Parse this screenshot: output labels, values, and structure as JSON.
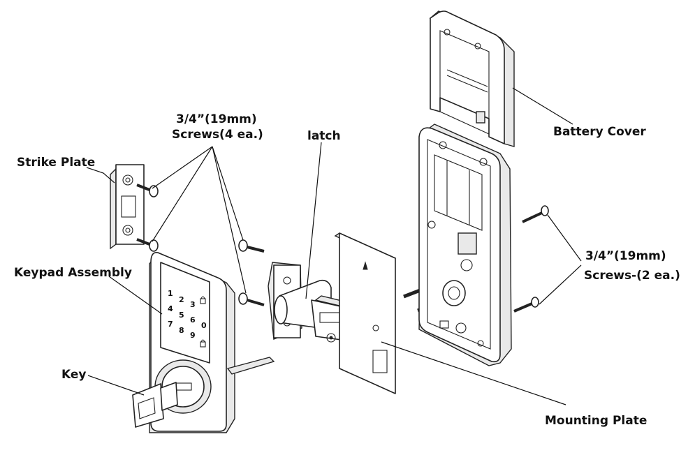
{
  "labels": {
    "strike_plate": "Strike Plate",
    "screws_4_line1": "3/4”(19mm)",
    "screws_4_line2": "Screws(4 ea.)",
    "latch": "latch",
    "battery_cover": "Battery Cover",
    "screws_2_line1": "3/4”(19mm)",
    "screws_2_line2": "Screws-(2 ea.)",
    "keypad_assembly": "Keypad Assembly",
    "key": "Key",
    "mounting_plate": "Mounting Plate"
  },
  "keypad": {
    "keys": [
      "1",
      "2",
      "3",
      "4",
      "5",
      "6",
      "7",
      "8",
      "9",
      "0"
    ]
  }
}
